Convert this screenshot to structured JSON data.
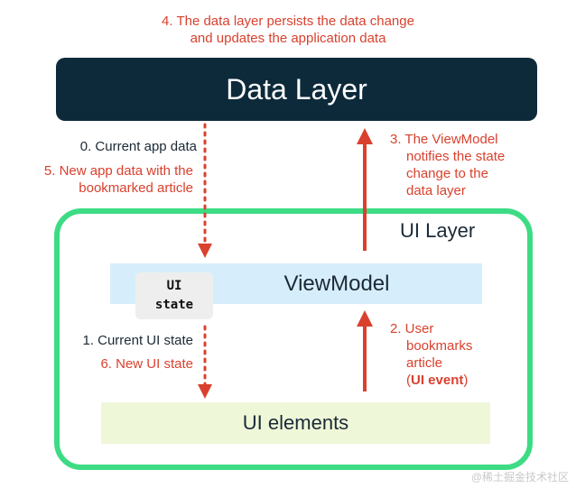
{
  "steps": {
    "step4_line1": "4. The data layer persists the data change",
    "step4_line2": "and updates the application data",
    "step0": "0. Current app data",
    "step5_line1": "5. New app data with the",
    "step5_line2": "bookmarked article",
    "step3_line1": "3. The ViewModel",
    "step3_line2": "notifies the state",
    "step3_line3": "change to the",
    "step3_line4": "data layer",
    "step1": "1. Current UI state",
    "step6": "6. New UI state",
    "step2_line1": "2. User",
    "step2_line2": "bookmarks",
    "step2_line3": "article",
    "step2_event": "UI event"
  },
  "boxes": {
    "data_layer": "Data Layer",
    "ui_layer": "UI Layer",
    "viewmodel": "ViewModel",
    "ui_state_line1": "UI",
    "ui_state_line2": "state",
    "ui_elements": "UI elements"
  },
  "watermark": "@稀土掘金技术社区",
  "colors": {
    "data_layer_bg": "#0d2a3b",
    "ui_layer_border": "#3ddc84",
    "viewmodel_bg": "#d6eefb",
    "ui_elements_bg": "#eff7d9",
    "arrow_red": "#d9412e"
  }
}
